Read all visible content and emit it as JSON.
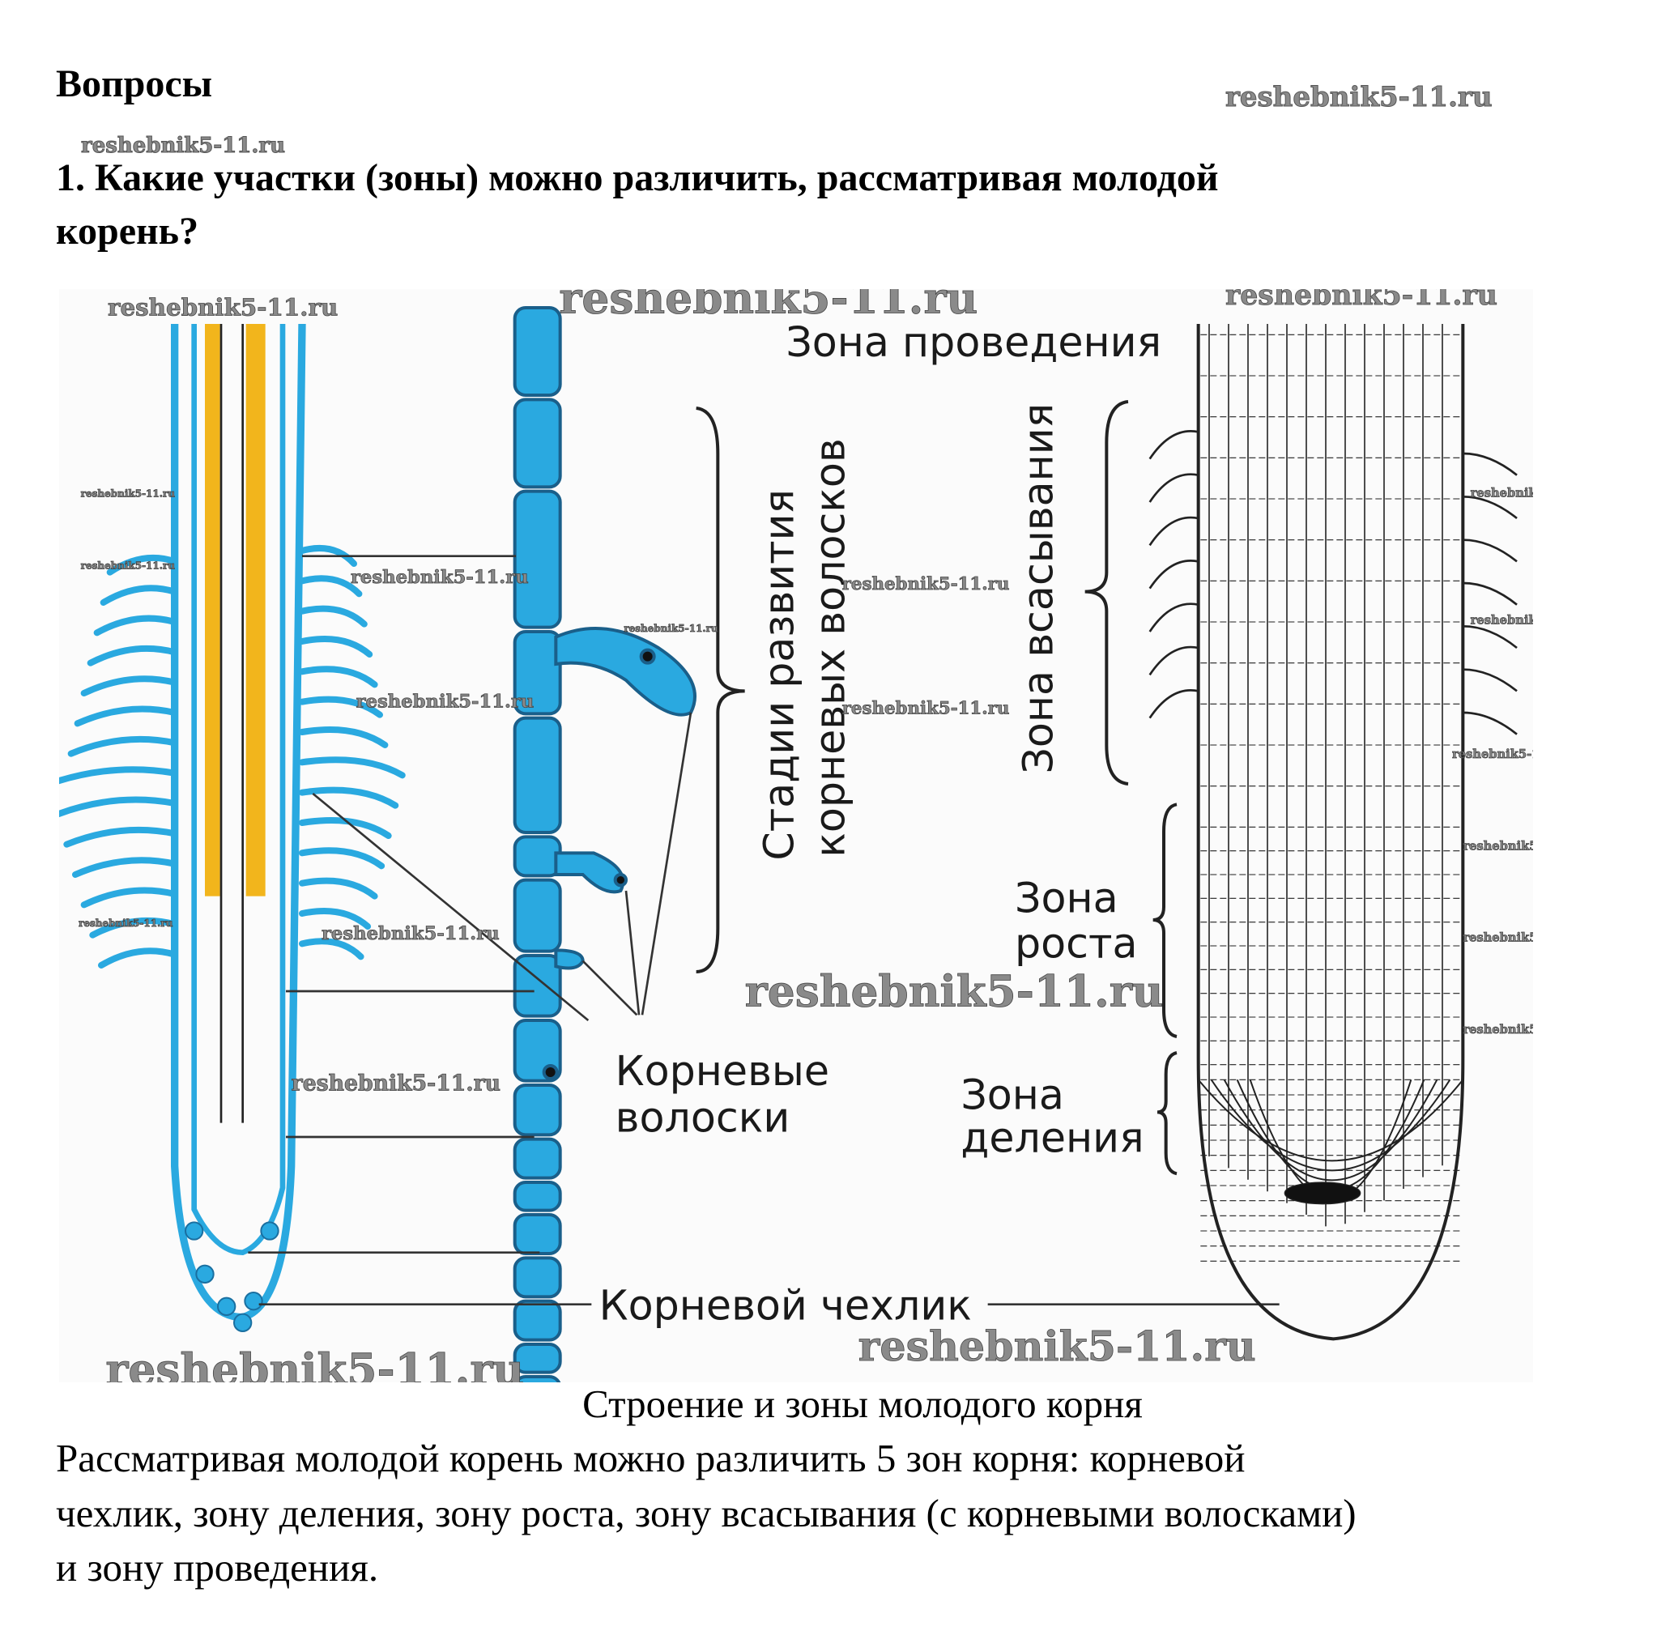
{
  "heading": "Вопросы",
  "watermark": "reshebnik5-11.ru",
  "question": {
    "line1": "1. Какие участки (зоны) можно различить, рассматривая молодой",
    "line2": "корень?"
  },
  "figure": {
    "labels": {
      "conduction_zone": "Зона проведения",
      "absorption_zone": "Зона всасывания",
      "stages_line1": "Стадии развития",
      "stages_line2": "корневых волосков",
      "growth_zone_line1": "Зона",
      "growth_zone_line2": "роста",
      "division_zone_line1": "Зона",
      "division_zone_line2": "деления",
      "root_hairs_line1": "Корневые",
      "root_hairs_line2": "волоски",
      "root_cap": "Корневой чехлик"
    },
    "colors": {
      "blue": "#2aa9e0",
      "yellow": "#f2b51c",
      "ink": "#222222"
    }
  },
  "caption": "Строение и зоны молодого корня",
  "answer": {
    "line1": "Рассматривая молодой корень можно различить 5 зон корня: корневой",
    "line2": "чехлик, зону деления, зону роста, зону всасывания (с корневыми волосками)",
    "line3": "и зону проведения."
  }
}
